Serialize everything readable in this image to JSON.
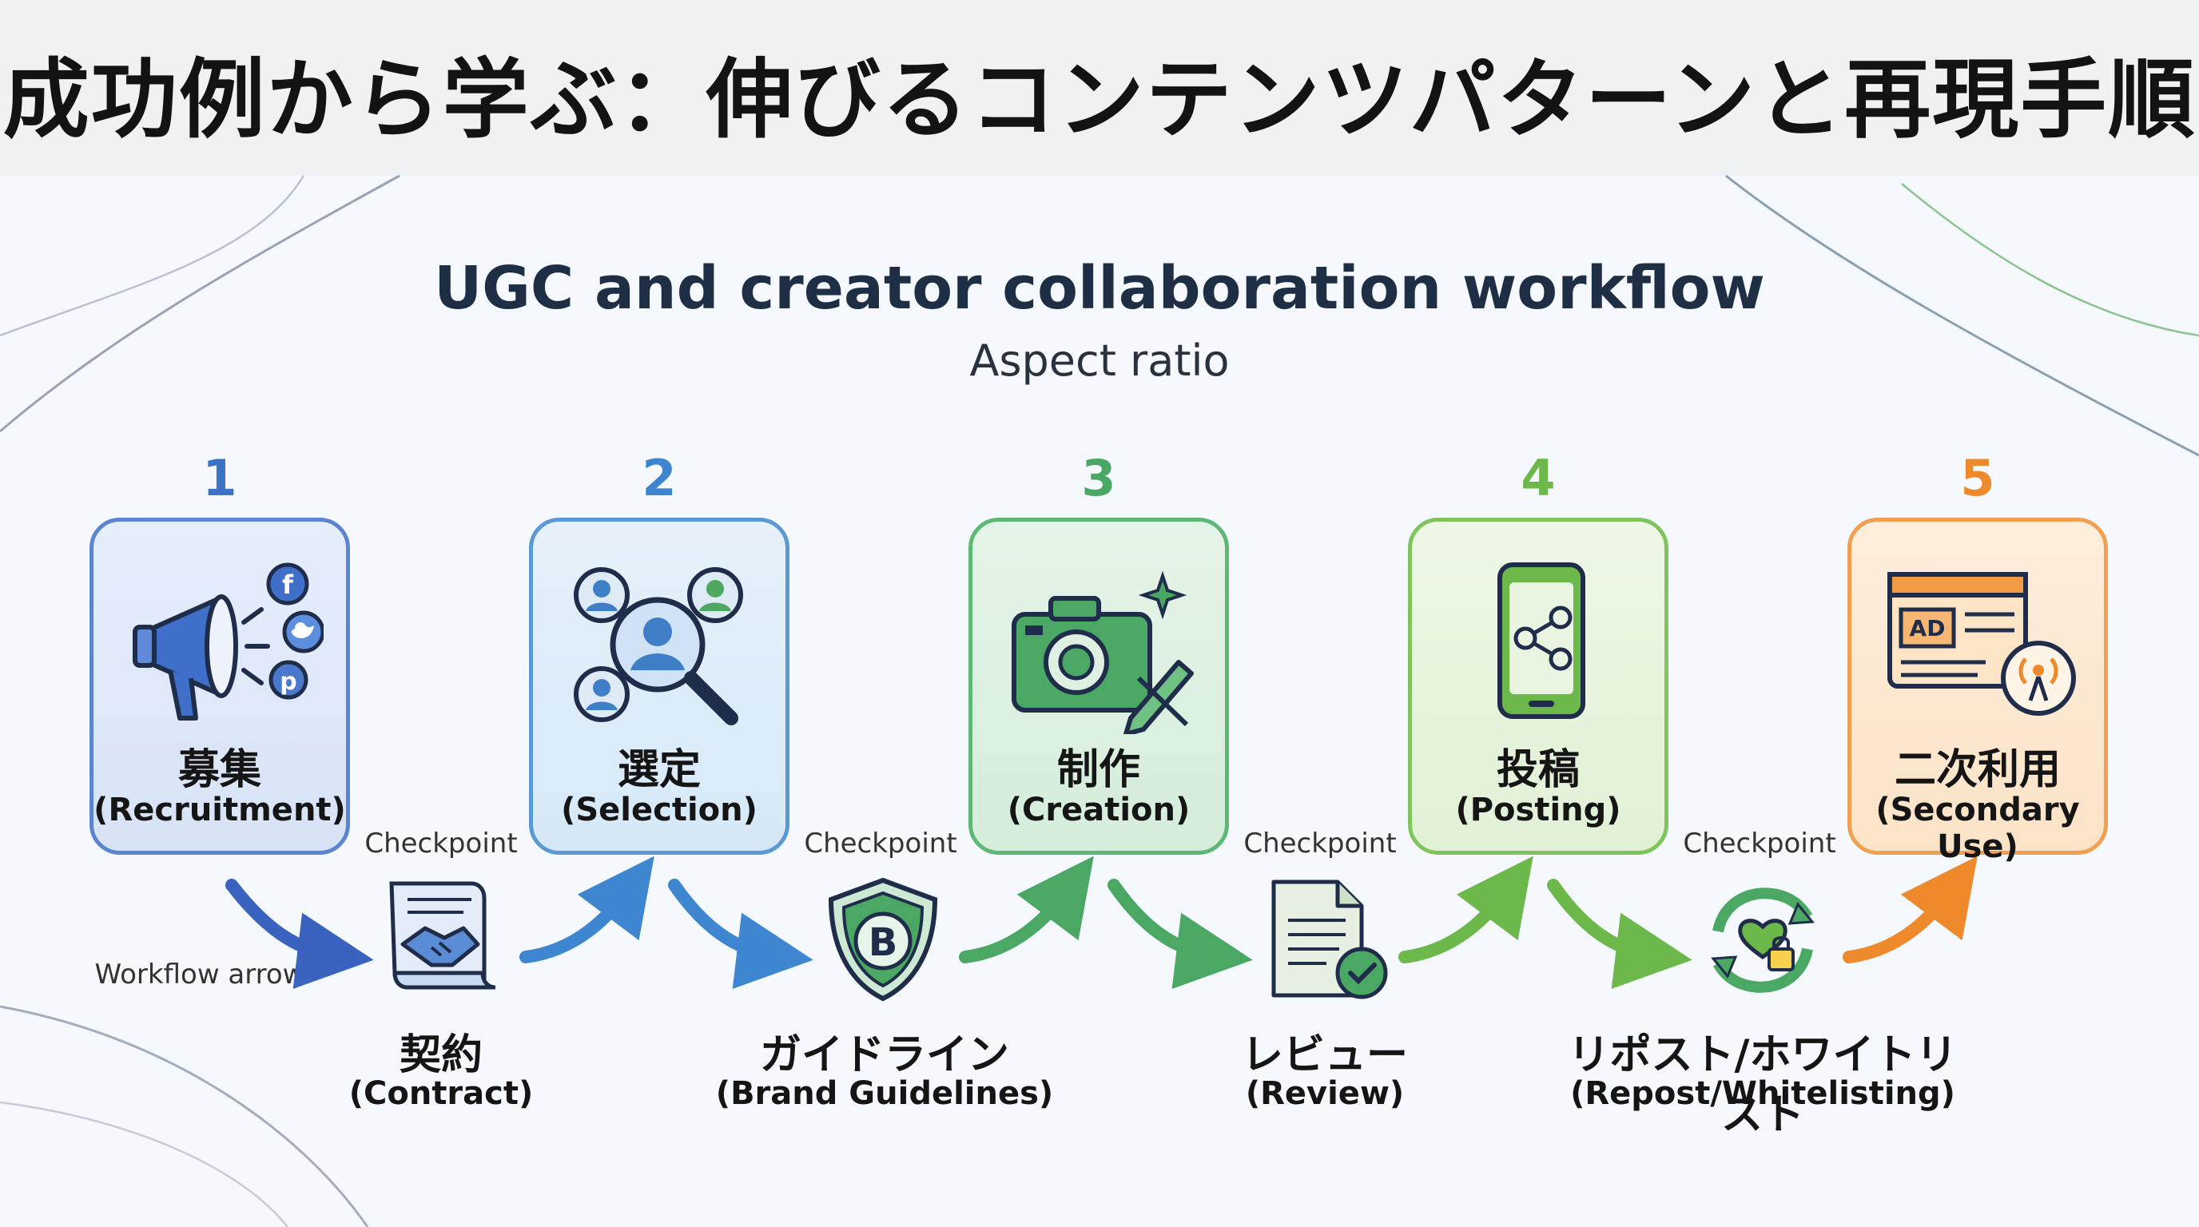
{
  "page_title": "成功例から学ぶ：伸びるコンテンツパターンと再現手順",
  "diagram": {
    "title": "UGC and creator collaboration workflow",
    "subtitle": "Aspect ratio",
    "workflow_arrow_label": "Workflow arrow",
    "steps": [
      {
        "number": "1",
        "label_ja": "募集",
        "label_en": "(Recruitment)",
        "color": "#3d73c6",
        "icon": "megaphone-social-icon"
      },
      {
        "number": "2",
        "label_ja": "選定",
        "label_en": "(Selection)",
        "color": "#3d86cf",
        "icon": "people-search-icon"
      },
      {
        "number": "3",
        "label_ja": "制作",
        "label_en": "(Creation)",
        "color": "#4aa864",
        "icon": "camera-pencil-icon"
      },
      {
        "number": "4",
        "label_ja": "投稿",
        "label_en": "(Posting)",
        "color": "#6cb84a",
        "icon": "phone-share-icon"
      },
      {
        "number": "5",
        "label_ja": "二次利用",
        "label_en": "(Secondary Use)",
        "color": "#ef8a2c",
        "icon": "ad-broadcast-icon"
      }
    ],
    "checkpoints": [
      {
        "label": "Checkpoint",
        "label_ja": "契約",
        "label_en": "(Contract)",
        "icon": "contract-handshake-icon"
      },
      {
        "label": "Checkpoint",
        "label_ja": "ガイドライン",
        "label_en": "(Brand Guidelines)",
        "icon": "brand-shield-icon"
      },
      {
        "label": "Checkpoint",
        "label_ja": "レビュー",
        "label_en": "(Review)",
        "icon": "review-document-icon"
      },
      {
        "label": "Checkpoint",
        "label_ja": "リポスト/ホワイトリスト",
        "label_en": "(Repost/Whitelisting)",
        "icon": "repost-cycle-icon"
      }
    ]
  }
}
